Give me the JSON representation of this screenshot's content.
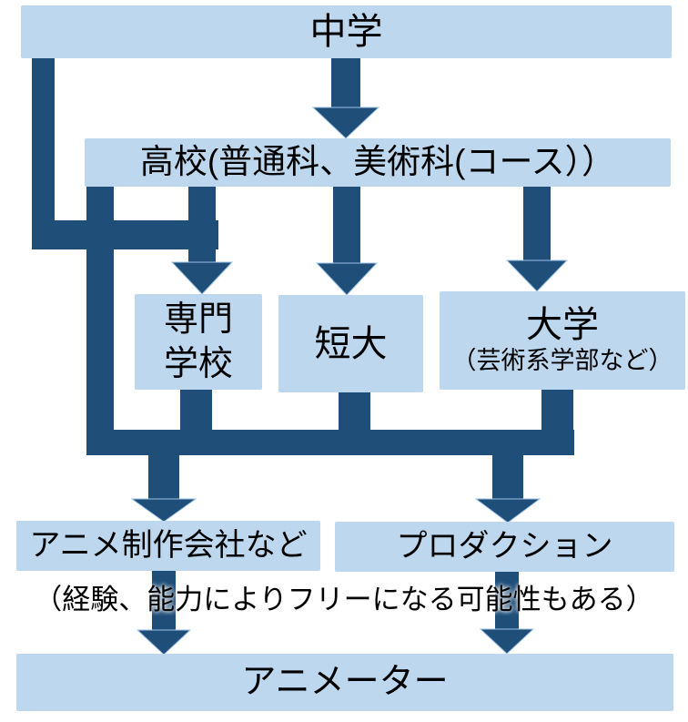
{
  "diagram": {
    "background_color": "#ffffff",
    "box_fill_color": "#bdd7ee",
    "arrow_color": "#1f4e79",
    "arrow_edge_color": "#9dc3e6",
    "text_color": "#000000",
    "nodes": {
      "chugaku": {
        "label": "中学"
      },
      "koko": {
        "label": "高校(普通科、美術科(コース））"
      },
      "senmon": {
        "line1": "専門",
        "line2": "学校"
      },
      "tandai": {
        "label": "短大"
      },
      "daigaku": {
        "line1": "大学",
        "line2": "（芸術系学部など）"
      },
      "anime_company": {
        "label": "アニメ制作会社など"
      },
      "production": {
        "label": "プロダクション"
      },
      "animator": {
        "label": "アニメーター"
      }
    },
    "note": "（経験、能力によりフリーになる可能性もある）",
    "edges": [
      {
        "from": "中学",
        "to": "高校"
      },
      {
        "from": "高校",
        "to": "専門学校"
      },
      {
        "from": "高校",
        "to": "短大"
      },
      {
        "from": "高校",
        "to": "大学"
      },
      {
        "from": "中学・高校・専門学校・短大・大学",
        "to": "アニメ制作会社など"
      },
      {
        "from": "中学・高校・専門学校・短大・大学",
        "to": "プロダクション"
      },
      {
        "from": "アニメ制作会社など",
        "to": "アニメーター"
      },
      {
        "from": "プロダクション",
        "to": "アニメーター"
      }
    ]
  }
}
